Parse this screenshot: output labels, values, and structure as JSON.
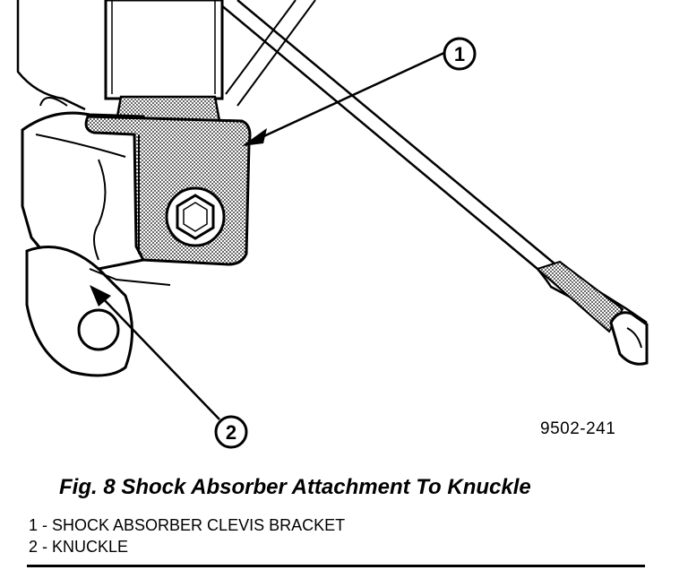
{
  "figure": {
    "code": "9502-241",
    "caption": "Fig. 8 Shock Absorber Attachment To Knuckle",
    "callouts": [
      {
        "number": "1"
      },
      {
        "number": "2"
      }
    ],
    "legend": [
      {
        "text": "1 - SHOCK ABSORBER CLEVIS BRACKET"
      },
      {
        "text": "2 - KNUCKLE"
      }
    ]
  }
}
